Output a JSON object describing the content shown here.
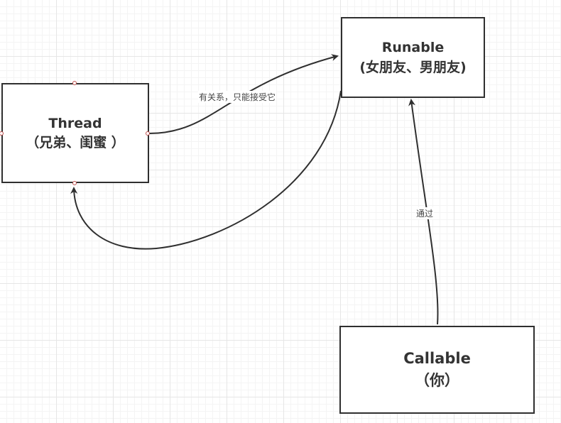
{
  "nodes": {
    "thread": {
      "line1": "Thread",
      "line2": "（兄弟、闺蜜 ）"
    },
    "runable": {
      "line1": "Runable",
      "line2": "(女朋友、男朋友)"
    },
    "callable": {
      "line1": "Callable",
      "line2": "（你）"
    }
  },
  "edges": {
    "thread_to_runable": {
      "label": "有关系，只能接受它"
    },
    "runable_to_thread": {
      "label": ""
    },
    "callable_to_runable": {
      "label": "通过"
    }
  }
}
